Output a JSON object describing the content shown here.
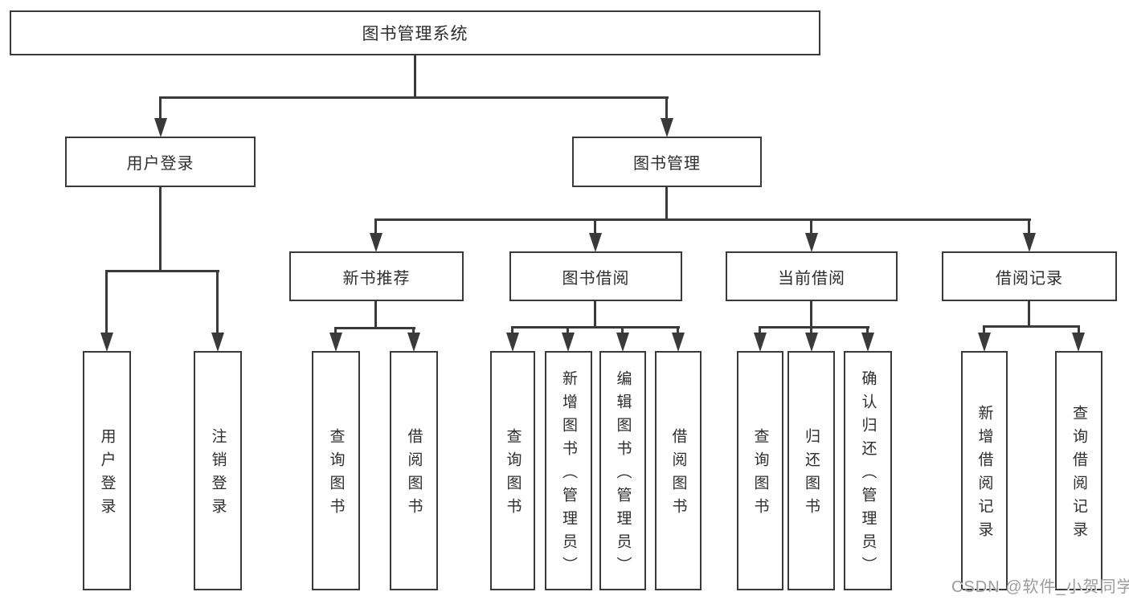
{
  "colors": {
    "line": "#3a3a3a",
    "text": "#2e2e2e",
    "watermark": "#9c9c9c",
    "background": "#ffffff"
  },
  "watermark": "CSDN @软件_小贺同学",
  "tree": {
    "root": "图书管理系统",
    "branches": [
      {
        "label": "用户登录",
        "leaves": [
          "用户登录",
          "注销登录"
        ]
      },
      {
        "label": "图书管理",
        "children": [
          {
            "label": "新书推荐",
            "leaves": [
              "查询图书",
              "借阅图书"
            ]
          },
          {
            "label": "图书借阅",
            "leaves": [
              "查询图书",
              "新增图书（管理员）",
              "编辑图书（管理员）",
              "借阅图书"
            ]
          },
          {
            "label": "当前借阅",
            "leaves": [
              "查询图书",
              "归还图书",
              "确认归还（管理员）"
            ]
          },
          {
            "label": "借阅记录",
            "leaves": [
              "新增借阅记录",
              "查询借阅记录"
            ]
          }
        ]
      }
    ]
  }
}
